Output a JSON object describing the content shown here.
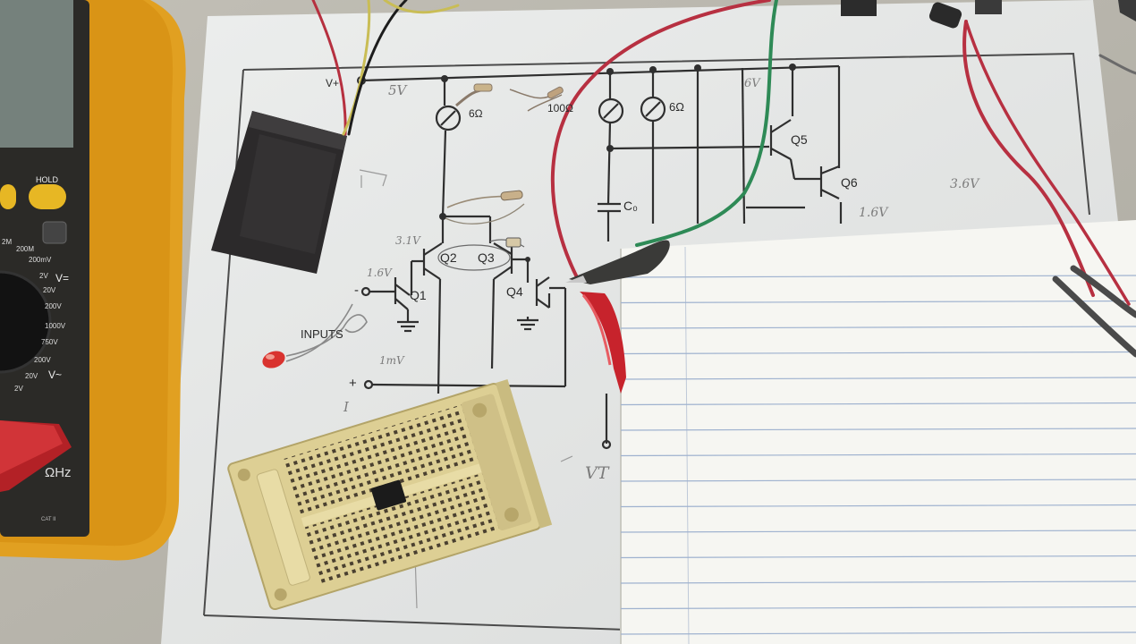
{
  "schematic": {
    "node_vplus": "V+",
    "supply_note": "5V",
    "r1_value": "6Ω",
    "r2_value": "100Ω",
    "r3_value": "6Ω",
    "q1": "Q1",
    "q2": "Q2",
    "q3": "Q3",
    "q4": "Q4",
    "q5": "Q5",
    "q6": "Q6",
    "cap": "C₀",
    "input_label": "INPUTS",
    "minus": "-",
    "plus": "+",
    "vt_label": "VT",
    "note_q1": "1.6V",
    "note_q2": "3.1V",
    "note_q6": "1.6V",
    "note_right": "3.6V",
    "note_input": "1mV",
    "note_bottom": "I",
    "note_top": "6V"
  },
  "multimeter": {
    "hold": "HOLD",
    "range_labels": [
      "2M",
      "200M",
      "200mV",
      "2V",
      "20V",
      "200V",
      "1000V",
      "750V",
      "200V",
      "20V",
      "2V"
    ],
    "v_dc": "V=",
    "v_ac": "V~",
    "ohm_hz": "ΩHz",
    "cat": "CAT II"
  },
  "colors": {
    "paper": "#eef0ef",
    "ink": "#3a3a3a",
    "multimeter_body": "#e3a11e",
    "red_wire": "#b73041",
    "green_wire": "#2e8a56",
    "breadboard": "#e2d49a",
    "notebook_lines": "#9fb2cf"
  }
}
